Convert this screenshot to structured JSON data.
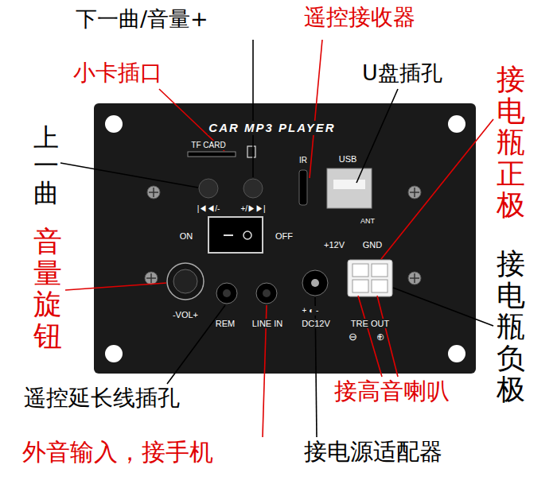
{
  "diagram": {
    "labels": [
      "下一曲/音量+",
      "遥控接收器",
      "小卡插口",
      "U盘插孔",
      "上一曲",
      "接电瓶正极",
      "音量旋钮",
      "接电瓶负极",
      "遥控延长线插孔",
      "接高音喇叭",
      "外音输入，接手机",
      "接电源适配器",
      "CAR MP3 PLAYER",
      "TF CARD",
      "IR",
      "USB",
      "|◀◀/-",
      "+/▶▶|",
      "ANT",
      "ON",
      "OFF",
      "+12V",
      "GND",
      "-VOL+",
      "REM",
      "LINE IN",
      "DC12V",
      "TRE OUT",
      "⊖",
      "⊕",
      "+ ◐ -"
    ]
  }
}
